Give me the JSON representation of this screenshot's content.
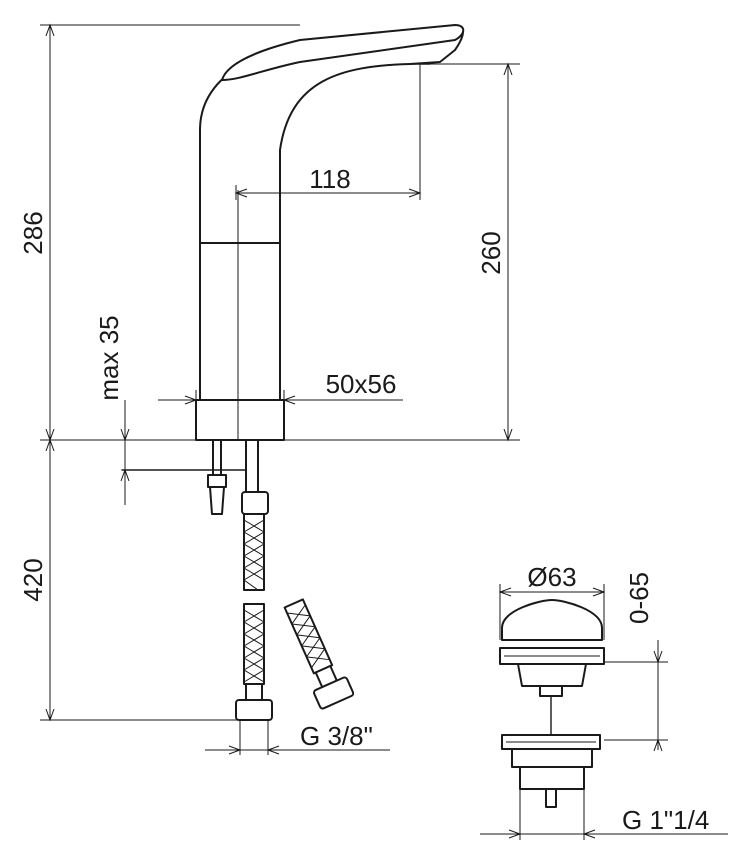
{
  "dimensions": {
    "total_height": "286",
    "spout_height": "260",
    "spout_reach": "118",
    "max_thickness": "max 35",
    "base_size": "50x56",
    "hose_length": "420",
    "hose_thread": "G 3/8\"",
    "waste_diameter": "Ø63",
    "waste_range": "0-65",
    "waste_thread": "G 1\"1/4"
  }
}
